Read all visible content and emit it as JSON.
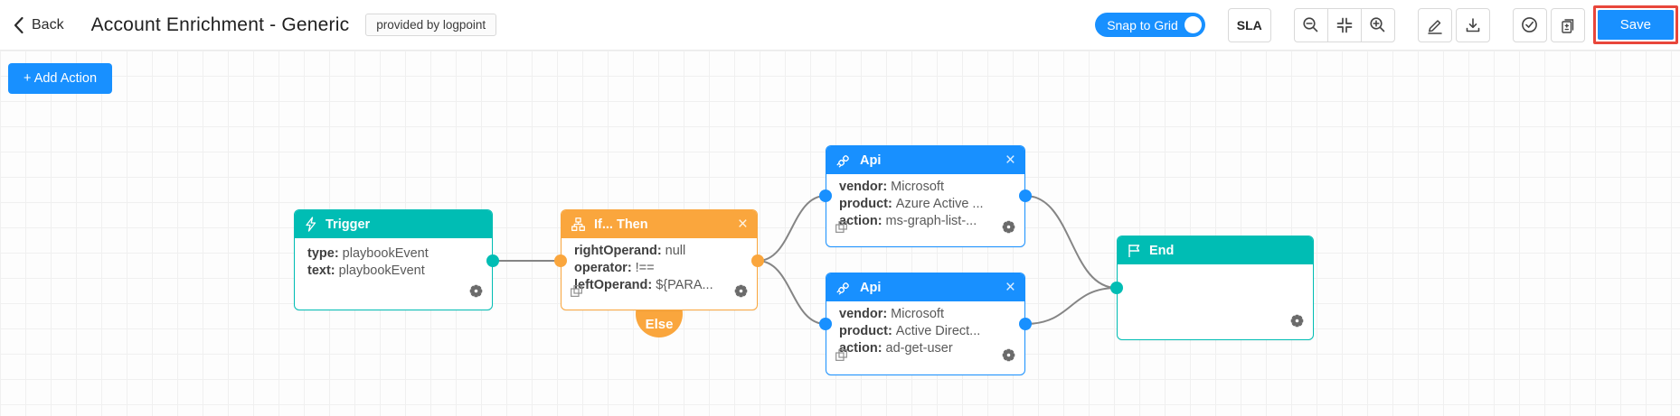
{
  "header": {
    "back": "Back",
    "title": "Account Enrichment - Generic",
    "badge": "provided by logpoint",
    "snap_to_grid": "Snap to Grid",
    "sla": "SLA",
    "save": "Save"
  },
  "canvas": {
    "add_action": "+ Add Action",
    "nodes": {
      "trigger": {
        "title": "Trigger",
        "lines": [
          {
            "label": "type:",
            "value": "playbookEvent"
          },
          {
            "label": "text:",
            "value": "playbookEvent"
          }
        ]
      },
      "ifthen": {
        "title": "If... Then",
        "close": "×",
        "else_label": "Else",
        "lines": [
          {
            "label": "rightOperand:",
            "value": "null"
          },
          {
            "label": "operator:",
            "value": "!=="
          },
          {
            "label": "leftOperand:",
            "value": "${PARA..."
          }
        ]
      },
      "api_top": {
        "title": "Api",
        "close": "×",
        "lines": [
          {
            "label": "vendor:",
            "value": "Microsoft"
          },
          {
            "label": "product:",
            "value": "Azure Active ..."
          },
          {
            "label": "action:",
            "value": "ms-graph-list-..."
          }
        ]
      },
      "api_bottom": {
        "title": "Api",
        "close": "×",
        "lines": [
          {
            "label": "vendor:",
            "value": "Microsoft"
          },
          {
            "label": "product:",
            "value": "Active Direct..."
          },
          {
            "label": "action:",
            "value": "ad-get-user"
          }
        ]
      },
      "end": {
        "title": "End"
      }
    }
  },
  "colors": {
    "teal": "#00bdb4",
    "orange": "#faa63d",
    "blue": "#1890ff",
    "save_highlight": "#e8463b",
    "edge": "#858585"
  }
}
